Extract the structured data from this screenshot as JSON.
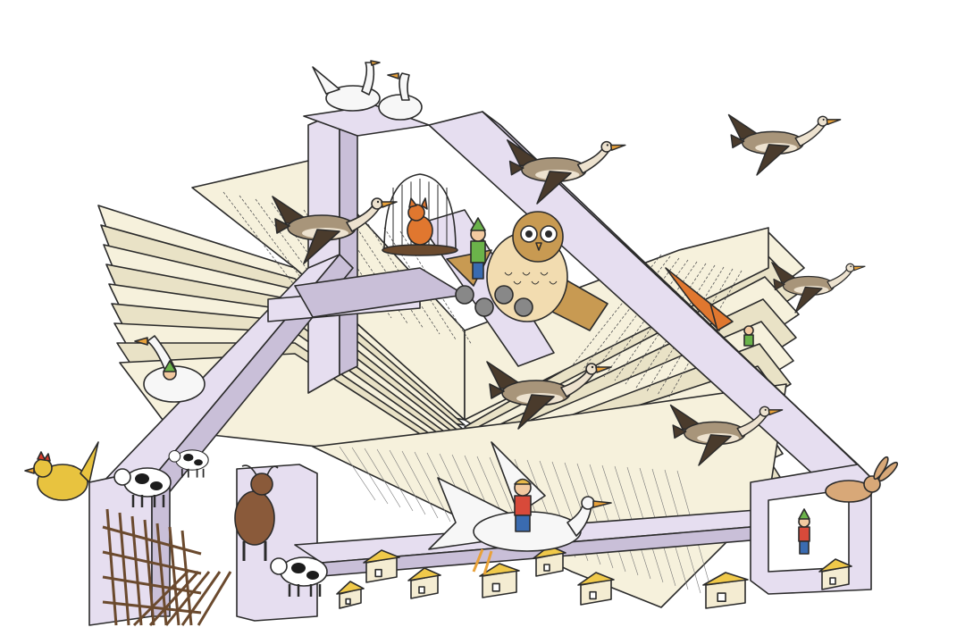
{
  "illustration": {
    "subject": "open-book-impossible-structure-with-geese-and-farm-animals",
    "background_color": "#ffffff",
    "colors": {
      "structure_face": "#e6def0",
      "structure_side": "#c9bfd8",
      "structure_dark": "#a99fbd",
      "page": "#f6f1dc",
      "page_edge": "#e9e2c6",
      "ink": "#2b2b2b",
      "goose_body": "#a8957a",
      "goose_wing": "#4a3b2c",
      "goose_belly": "#ede2cf",
      "beak": "#e8a13a",
      "white_bird": "#f7f7f7",
      "owl": "#c89a52",
      "owl_light": "#f2dcb0",
      "fox": "#e0772f",
      "rooster": "#e8c33f",
      "comb": "#d83b2a",
      "boy_shirt": "#6bb34a",
      "boy_pants": "#3a6bb0",
      "skin": "#f2c9a0",
      "hair": "#e8b94a",
      "cow_spot": "#1c1c1c",
      "goat": "#8a5a3a",
      "rabbit": "#d8a878",
      "house_wall": "#f4ecd2",
      "house_roof": "#f0c94a",
      "fence": "#6b4a2e"
    },
    "icons": [
      "open-book",
      "impossible-structure",
      "flying-goose",
      "white-goose",
      "owl",
      "fox",
      "bird-cage",
      "boy-riding-goose",
      "rooster",
      "cow",
      "goat",
      "rabbit",
      "small-houses",
      "wooden-fence"
    ]
  }
}
